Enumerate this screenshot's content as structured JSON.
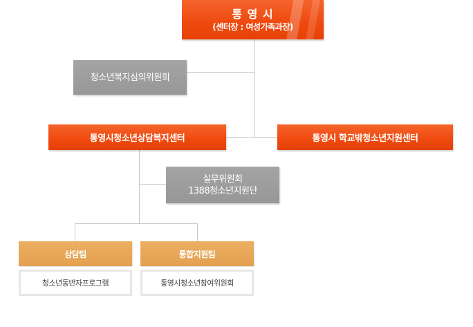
{
  "org_chart": {
    "top": {
      "title": "통 영 시",
      "subtitle": "(센터장 : 여성가족과장)"
    },
    "committee": {
      "label": "청소년복지심의위원회"
    },
    "counseling_center": {
      "label": "통영시청소년상담복지센터"
    },
    "out_of_school_center": {
      "label": "통영시 학교밖청소년지원센터"
    },
    "working_committee": {
      "line1": "실무위원회",
      "line2": "1388청소년지원단"
    },
    "teams": [
      {
        "label": "상담팀",
        "program": "청소년동반자프로그램"
      },
      {
        "label": "통합지원팀",
        "program": "통영시청소년참여위원회"
      }
    ]
  }
}
